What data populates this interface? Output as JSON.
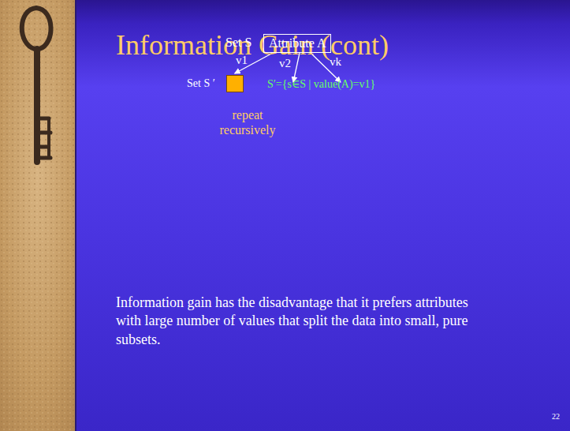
{
  "diagram": {
    "title": "Information Gain (cont)",
    "nodes": [
      {
        "text": [
          "Attribute A"
        ]
      },
      {
        "text": [
          "Set S ′"
        ]
      }
    ],
    "edges": [
      {
        "from": 0,
        "to": 1,
        "label": "v1",
        "arrow": "to"
      }
    ],
    "labels": [
      "Set S",
      "v2",
      "vk",
      "S′={s∈S | value(A)=v1}",
      "repeat recursively",
      "Information gain has the disadvantage that it prefers attributes with large number of values that split the data into small, pure subsets.",
      "22"
    ]
  }
}
